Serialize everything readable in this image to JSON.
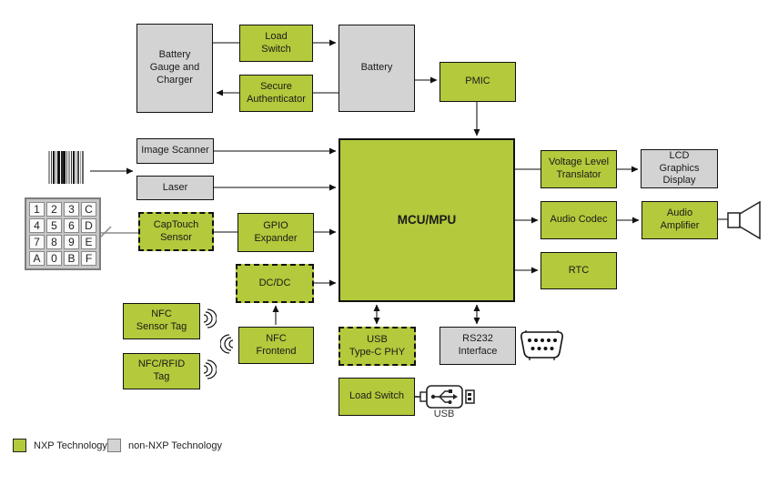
{
  "colors": {
    "nxp_green": "#b4c93b",
    "non_nxp_gray": "#d3d3d3",
    "line_color": "#3c3c3c"
  },
  "legend": {
    "nxp_label": "NXP Technology",
    "non_nxp_label": "non-NXP Technology"
  },
  "keypad": {
    "keys": [
      "1",
      "2",
      "3",
      "C",
      "4",
      "5",
      "6",
      "D",
      "7",
      "8",
      "9",
      "E",
      "A",
      "0",
      "B",
      "F"
    ]
  },
  "labels": {
    "battery_gauge": "Battery\nGauge and\nCharger",
    "load_switch_top": "Load\nSwitch",
    "secure_authenticator": "Secure\nAuthenticator",
    "battery": "Battery",
    "pmic": "PMIC",
    "image_scanner": "Image Scanner",
    "laser": "Laser",
    "captouch_sensor": "CapTouch\nSensor",
    "gpio_expander": "GPIO\nExpander",
    "dcdc": "DC/DC",
    "mcu": "MCU/MPU",
    "voltage_level_translator": "Voltage Level\nTranslator",
    "lcd_graphics_display": "LCD\nGraphics\nDisplay",
    "audio_codec": "Audio Codec",
    "audio_amplifier": "Audio\nAmplifier",
    "rtc": "RTC",
    "nfc_sensor_tag": "NFC\nSensor Tag",
    "nfc_rfid_tag": "NFC/RFID\nTag",
    "nfc_frontend": "NFC\nFrontend",
    "usb_typec_phy": "USB\nType-C PHY",
    "rs232_interface": "RS232\nInterface",
    "load_switch_bottom": "Load Switch",
    "usb_port": "USB"
  }
}
